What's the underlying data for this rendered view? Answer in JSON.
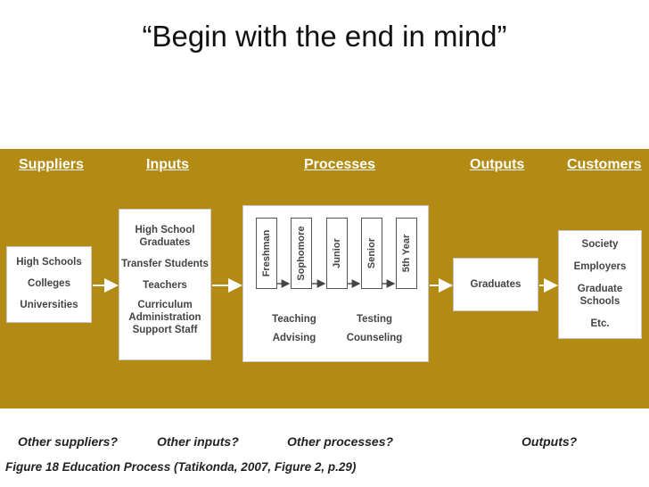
{
  "title": "“Begin with the end in mind”",
  "headers": {
    "suppliers": "Suppliers",
    "inputs": "Inputs",
    "processes": "Processes",
    "outputs": "Outputs",
    "customers": "Customers"
  },
  "suppliers": [
    "High Schools",
    "Colleges",
    "Universities"
  ],
  "inputs": [
    "High School",
    "Graduates",
    "Transfer Students",
    "Teachers",
    "Curriculum",
    "Administration",
    "Support Staff"
  ],
  "years": [
    "Freshman",
    "Sophomore",
    "Junior",
    "Senior",
    "5th Year"
  ],
  "process_support": {
    "teaching": "Teaching",
    "advising": "Advising",
    "testing": "Testing",
    "counseling": "Counseling"
  },
  "outputs": [
    "Graduates"
  ],
  "customers": [
    "Society",
    "Employers",
    "Graduate",
    "Schools",
    "Etc."
  ],
  "questions": {
    "suppliers": "Other suppliers?",
    "inputs": "Other inputs?",
    "processes": "Other processes?",
    "outputs": "Outputs?"
  },
  "caption": "Figure 18 Education Process (Tatikonda, 2007, Figure 2, p.29)",
  "colors": {
    "panel": "#b38b14",
    "header_text": "#ffffff",
    "box_bg": "#ffffff"
  }
}
